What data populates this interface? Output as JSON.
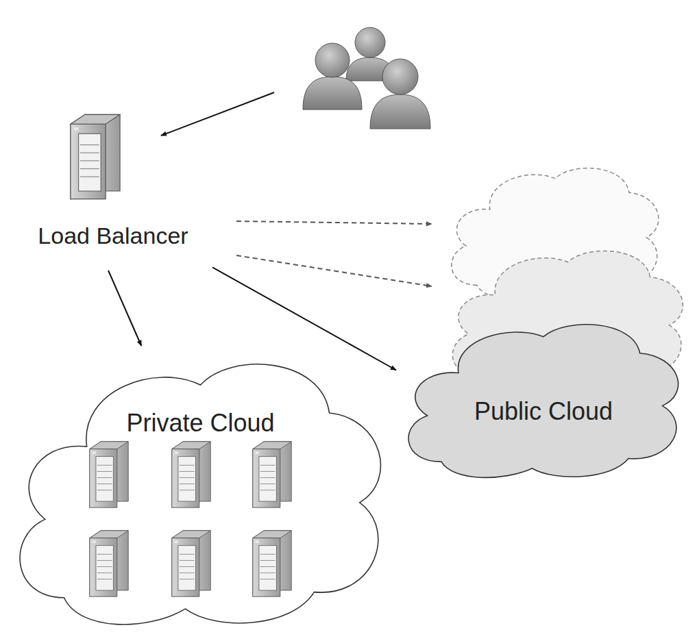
{
  "diagram": {
    "nodes": [
      {
        "text": [
          "Load Balancer"
        ]
      },
      {
        "text": [
          "Private Cloud"
        ]
      },
      {
        "text": [
          "Public Cloud"
        ]
      }
    ],
    "edges": [
      {
        "from": 0,
        "to": 1,
        "arrow": "to"
      },
      {
        "from": 0,
        "to": 2,
        "arrow": "to"
      }
    ]
  }
}
